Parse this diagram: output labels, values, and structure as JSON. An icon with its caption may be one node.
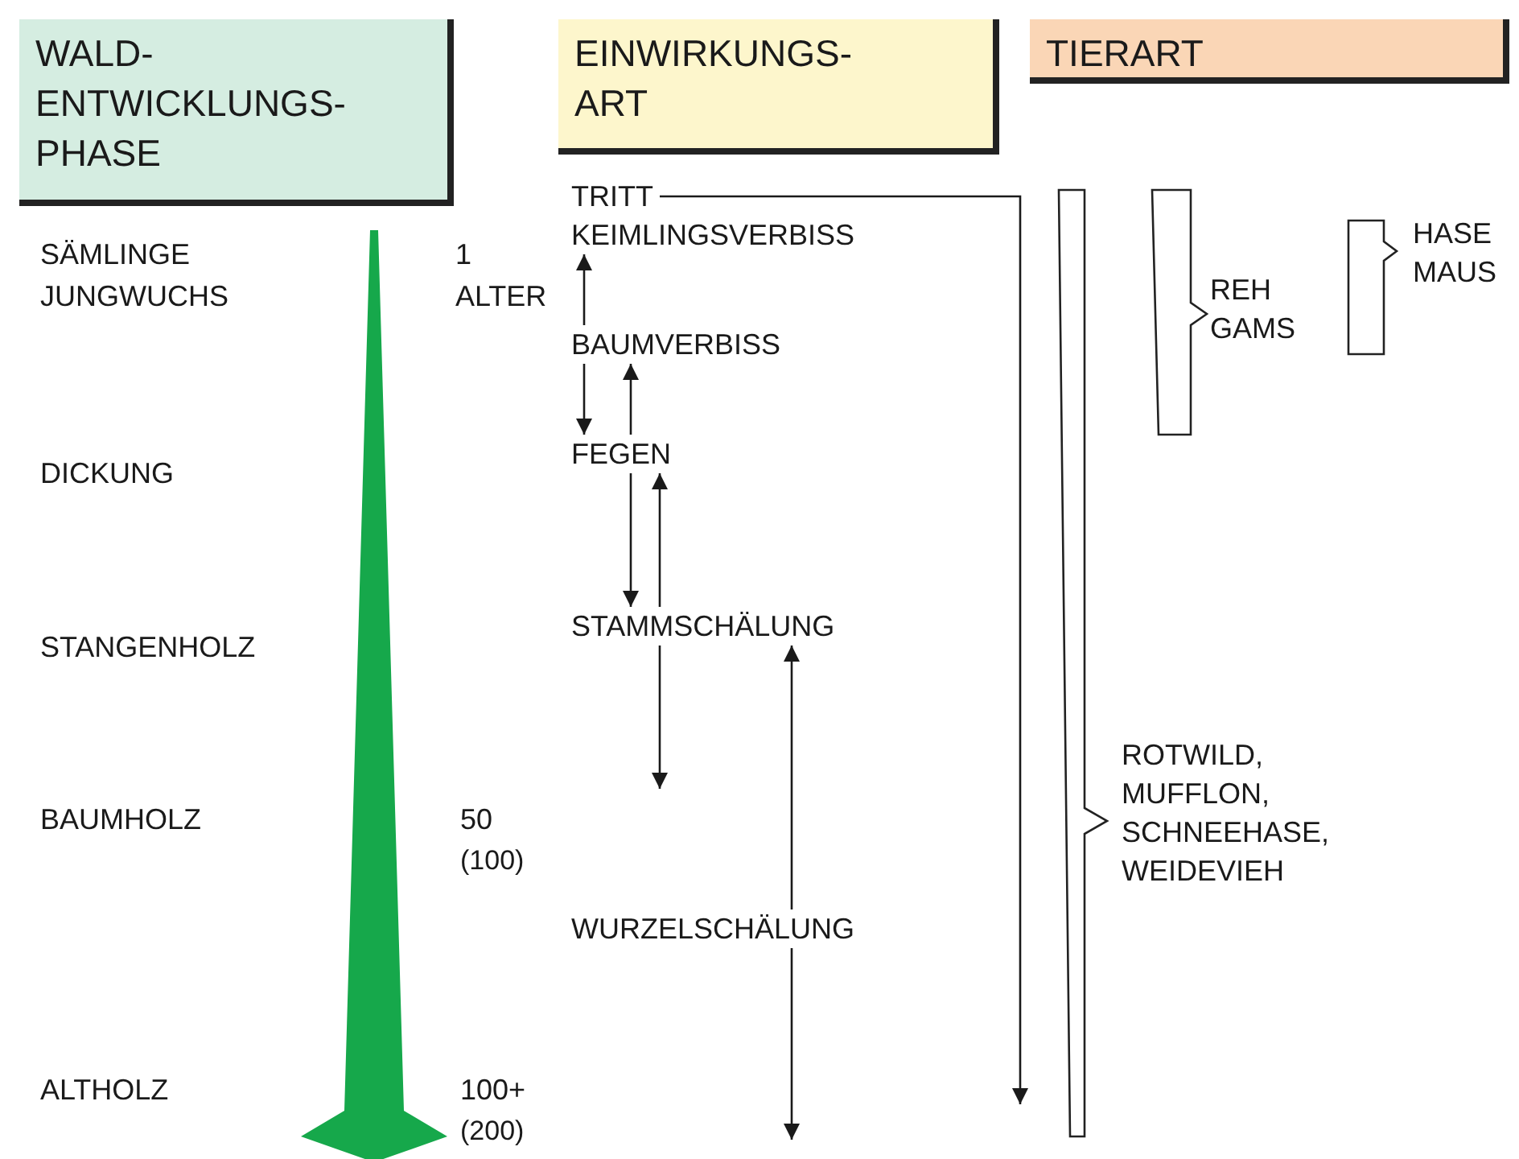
{
  "diagram": {
    "nodes": [
      {
        "text": [
          "WALD- ENTWICKLUNGS- PHASE"
        ]
      },
      {
        "text": [
          "EINWIRKUNGS- ART"
        ]
      },
      {
        "text": [
          "TIERART"
        ]
      },
      {
        "text": [
          "TRITT"
        ]
      },
      {
        "text": [
          "KEIMLINGSVERBISS"
        ]
      },
      {
        "text": [
          "BAUMVERBISS"
        ]
      },
      {
        "text": [
          "FEGEN"
        ]
      },
      {
        "text": [
          "STAMMSCHÄLUNG"
        ]
      },
      {
        "text": [
          "WURZELSCHÄLUNG"
        ]
      },
      {
        "text": [],
        "shape": "bracket",
        "beside": [
          "ROTWILD, MUFFLON, SCHNEEHASE, WEIDEVIEH"
        ]
      },
      {
        "text": [],
        "shape": "bracket",
        "beside": [
          "REH GAMS"
        ]
      },
      {
        "text": [],
        "shape": "bracket",
        "beside": [
          "HASE MAUS"
        ]
      }
    ],
    "edges": [
      {
        "from": 3,
        "to": null,
        "arrow": "to"
      },
      {
        "from": 5,
        "to": 4,
        "arrow": "to"
      },
      {
        "from": 5,
        "to": 6,
        "arrow": "to"
      },
      {
        "from": 6,
        "to": 5,
        "arrow": "to"
      },
      {
        "from": 6,
        "to": 7,
        "arrow": "to"
      },
      {
        "from": 7,
        "to": 6,
        "arrow": "to"
      },
      {
        "from": 7,
        "to": null,
        "arrow": "to"
      },
      {
        "from": 8,
        "to": 7,
        "arrow": "to"
      },
      {
        "from": 8,
        "to": null,
        "arrow": "to"
      }
    ],
    "labels": [
      "SÄMLINGE",
      "JUNGWUCHS",
      "DICKUNG",
      "STANGENHOLZ",
      "BAUMHOLZ",
      "ALTHOLZ",
      "1",
      "ALTER",
      "50",
      "(100)",
      "100+",
      "(200)"
    ]
  }
}
